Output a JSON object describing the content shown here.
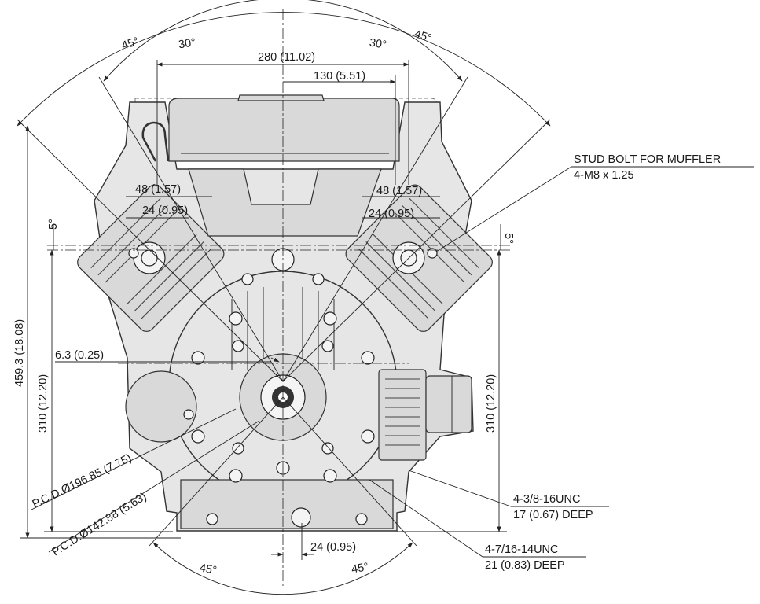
{
  "dimensions": {
    "angle_top_left_outer": "45°",
    "angle_top_left_inner": "30°",
    "angle_top_right_inner": "30°",
    "angle_top_right_outer": "45°",
    "width_280": "280 (11.02)",
    "width_130": "130 (5.51)",
    "width_48_left": "48 (1.57)",
    "width_24_left": "24 (0.95)",
    "width_48_right": "48 (1.57)",
    "width_24_right": "24 (0.95)",
    "angle_5_left": "5°",
    "angle_5_right": "5°",
    "height_459": "459.3 (18.08)",
    "height_310_left": "310 (12.20)",
    "height_310_right": "310 (12.20)",
    "offset_6_3": "6.3 (0.25)",
    "pcd_196": "P.C.D.Ø196.85 (7.75)",
    "pcd_142": "P.C.D.Ø142.88 (5.63)",
    "width_24_bottom": "24 (0.95)",
    "angle_bottom_left": "45°",
    "angle_bottom_right": "45°"
  },
  "callouts": {
    "muffler_title": "STUD BOLT FOR MUFFLER",
    "muffler_spec": "4-M8 x 1.25",
    "thread_38_spec": "4-3/8-16UNC",
    "thread_38_depth": "17 (0.67) DEEP",
    "thread_716_spec": "4-7/16-14UNC",
    "thread_716_depth": "21 (0.83) DEEP"
  }
}
